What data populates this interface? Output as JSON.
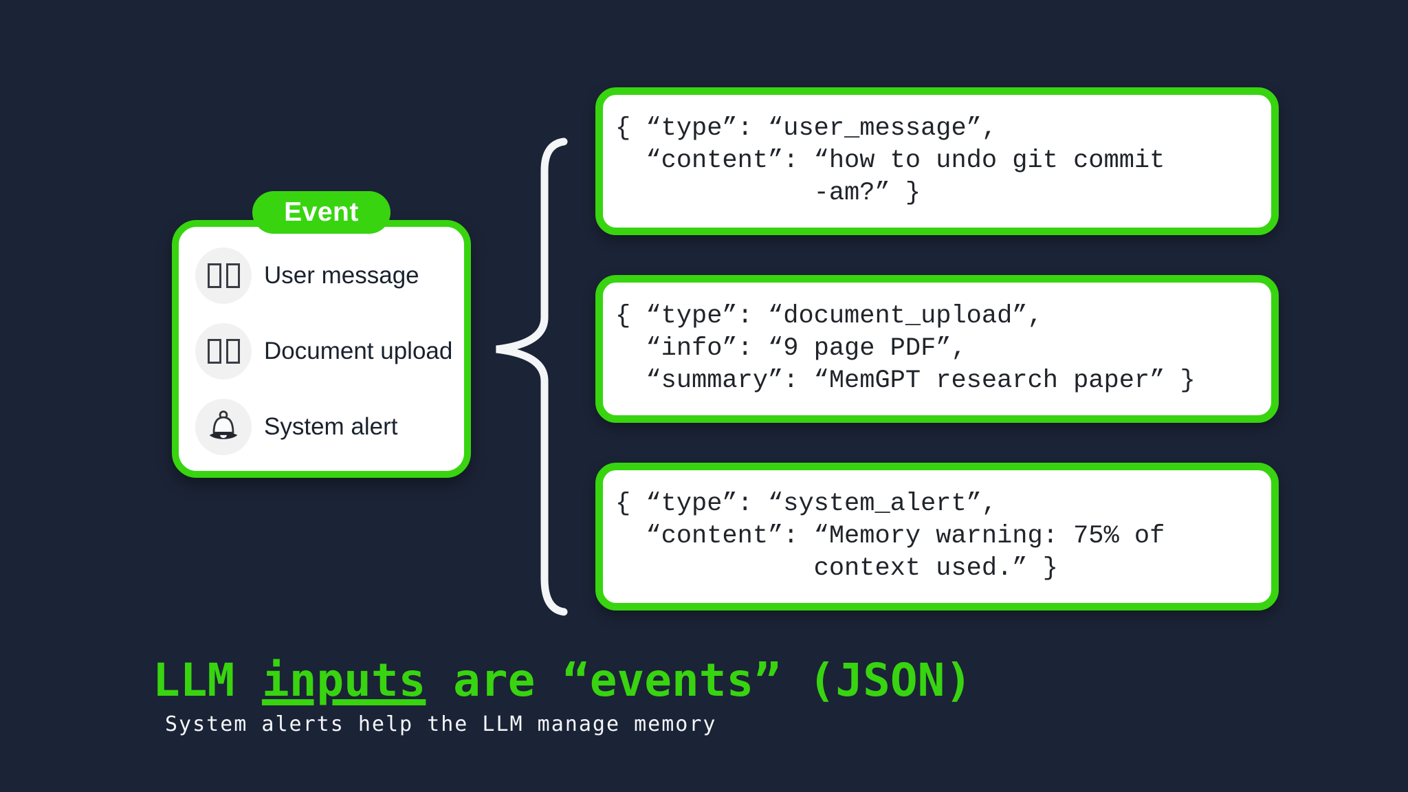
{
  "colors": {
    "background": "#1b2336",
    "accent_green": "#38d410",
    "card_background": "#ffffff",
    "code_text": "#20242a",
    "subtitle_text": "#f4f6f8",
    "brace_white": "#f3f5f7",
    "icon_circle_gray": "#f1f1f2"
  },
  "event_card": {
    "label": "Event",
    "items": [
      {
        "icon": "missing-glyph-icon",
        "label": "User message"
      },
      {
        "icon": "missing-glyph-icon",
        "label": "Document upload"
      },
      {
        "icon": "bell-icon",
        "label": "System alert"
      }
    ]
  },
  "json_cards": [
    {
      "code": "{ “type”: “user_message”,\n  “content”: “how to undo git commit\n             -am?” }"
    },
    {
      "code": "{ “type”: “document_upload”,\n  “info”: “9 page PDF”,\n  “summary”: “MemGPT research paper” }"
    },
    {
      "code": "{ “type”: “system_alert”,\n  “content”: “Memory warning: 75% of\n             context used.” }"
    }
  ],
  "caption": {
    "title_part1": "LLM ",
    "title_underlined": "inputs",
    "title_part2": " are “events” (JSON)",
    "subtitle": "System alerts help the LLM manage memory"
  }
}
